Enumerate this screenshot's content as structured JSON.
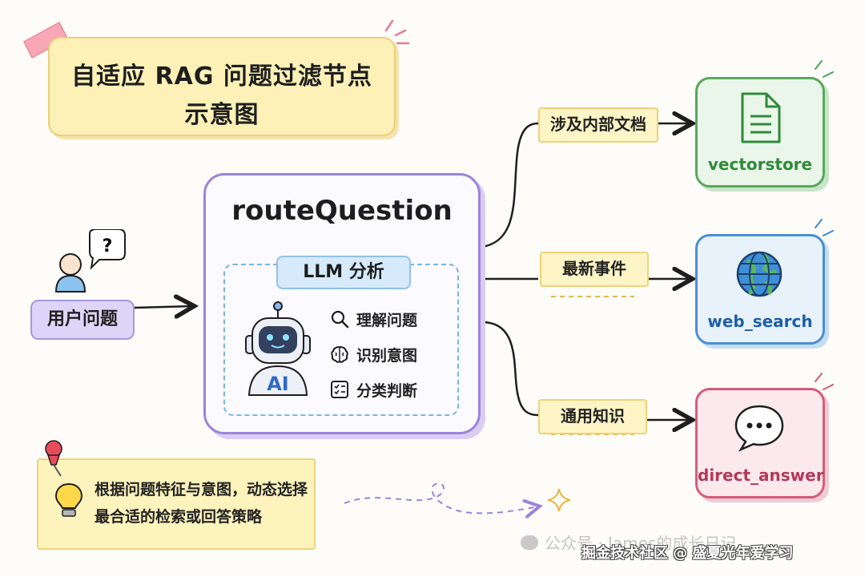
{
  "title": {
    "line1": "自适应 RAG 问题过滤节点",
    "line2": "示意图"
  },
  "user_question": "用户问题",
  "route_node": {
    "title": "routeQuestion",
    "llm_label": "LLM 分析",
    "robot_badge": "AI",
    "steps": [
      "理解问题",
      "识别意图",
      "分类判断"
    ]
  },
  "routes": [
    {
      "label": "涉及内部文档",
      "target": "vectorstore",
      "color": "#3f9b48"
    },
    {
      "label": "最新事件",
      "target": "web_search",
      "color": "#2f7cc4"
    },
    {
      "label": "通用知识",
      "target": "direct_answer",
      "color": "#c94a6a"
    }
  ],
  "note": {
    "line1": "根据问题特征与意图，动态选择",
    "line2": "最合适的检索或回答策略"
  },
  "watermarks": {
    "wechat": "公众号 · James的成长日记",
    "juejin": "掘金技术社区 @ 盛夏光年爱学习"
  },
  "colors": {
    "title_bg": "#fdf1b8",
    "route_border": "#9a84d9",
    "llm_label_bg": "#d6eafb",
    "user_bg": "#ddd5f8"
  }
}
